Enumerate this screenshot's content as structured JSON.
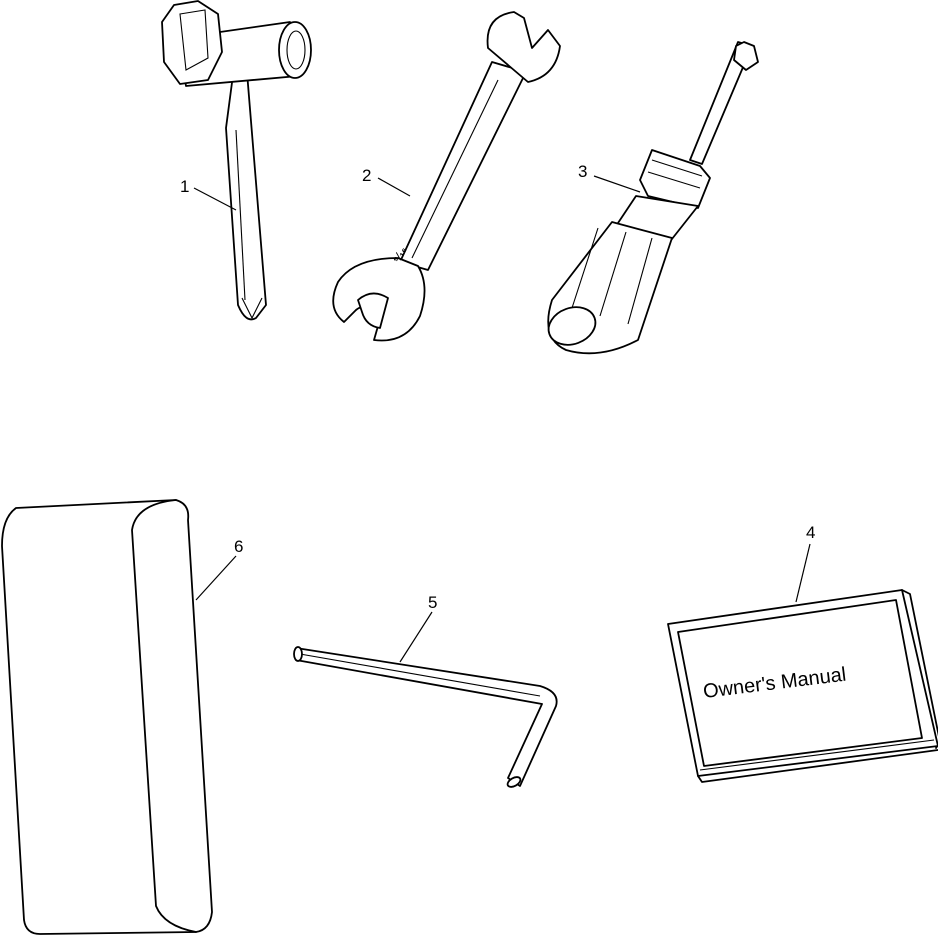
{
  "diagram": {
    "parts": [
      {
        "id": "1",
        "label": "1",
        "icon": "spark-plug-wrench-icon"
      },
      {
        "id": "2",
        "label": "2",
        "icon": "open-end-wrench-icon",
        "marking": "⁹⁄₁₆"
      },
      {
        "id": "3",
        "label": "3",
        "icon": "screwdriver-icon"
      },
      {
        "id": "4",
        "label": "4",
        "icon": "owners-manual-icon",
        "cover_text": "Owner's Manual"
      },
      {
        "id": "5",
        "label": "5",
        "icon": "hex-key-icon"
      },
      {
        "id": "6",
        "label": "6",
        "icon": "tool-pouch-icon"
      }
    ],
    "colors": {
      "line": "#000000",
      "background": "#ffffff"
    }
  }
}
